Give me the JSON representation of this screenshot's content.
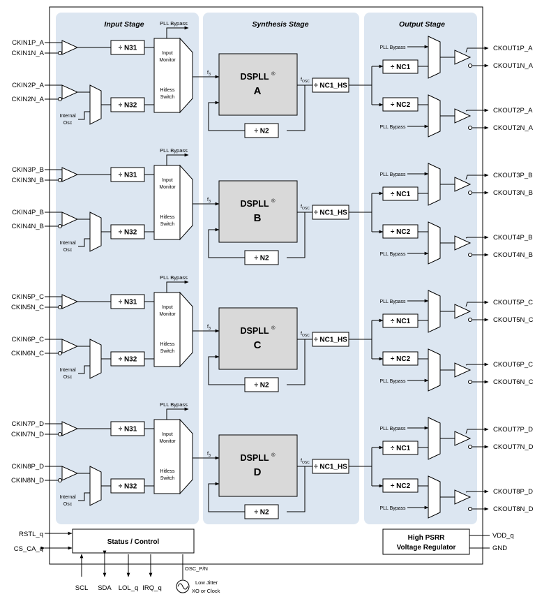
{
  "stages": {
    "input": "Input Stage",
    "synthesis": "Synthesis Stage",
    "output": "Output Stage"
  },
  "pll_bypass": "PLL Bypass",
  "dividers": {
    "n31": "÷ N31",
    "n32": "÷ N32",
    "n2": "÷ N2",
    "nc1_hs": "÷ NC1_HS",
    "nc1": "÷ NC1",
    "nc2": "÷ NC2"
  },
  "input_monitor": [
    "Input",
    "Monitor"
  ],
  "hitless_switch": [
    "Hitless",
    "Switch"
  ],
  "internal_osc": [
    "Internal",
    "Osc"
  ],
  "f3": "f3",
  "fosc": "fOSC",
  "dspll": {
    "name": "DSPLL",
    "reg": "®"
  },
  "channels": [
    {
      "letter": "A",
      "in": [
        "CKIN1P_A",
        "CKIN1N_A",
        "CKIN2P_A",
        "CKIN2N_A"
      ],
      "out": [
        "CKOUT1P_A",
        "CKOUT1N_A",
        "CKOUT2P_A",
        "CKOUT2N_A"
      ]
    },
    {
      "letter": "B",
      "in": [
        "CKIN3P_B",
        "CKIN3N_B",
        "CKIN4P_B",
        "CKIN4N_B"
      ],
      "out": [
        "CKOUT3P_B",
        "CKOUT3N_B",
        "CKOUT4P_B",
        "CKOUT4N_B"
      ]
    },
    {
      "letter": "C",
      "in": [
        "CKIN5P_C",
        "CKIN5N_C",
        "CKIN6P_C",
        "CKIN6N_C"
      ],
      "out": [
        "CKOUT5P_C",
        "CKOUT5N_C",
        "CKOUT6P_C",
        "CKOUT6N_C"
      ]
    },
    {
      "letter": "D",
      "in": [
        "CKIN7P_D",
        "CKIN7N_D",
        "CKIN8P_D",
        "CKIN8N_D"
      ],
      "out": [
        "CKOUT7P_D",
        "CKOUT7N_D",
        "CKOUT8P_D",
        "CKOUT8N_D"
      ]
    }
  ],
  "status": {
    "title": "Status / Control",
    "left_pins": [
      "RSTL_q",
      "CS_CA_q"
    ],
    "bottom_pins": [
      "SCL",
      "SDA",
      "LOL_q",
      "IRQ_q"
    ],
    "osc_pn": "OSC_P/N",
    "xo": [
      "Low Jitter",
      "XO or Clock"
    ]
  },
  "regulator": {
    "lines": [
      "High PSRR",
      "Voltage Regulator"
    ],
    "pins": [
      "VDD_q",
      "GND"
    ]
  }
}
